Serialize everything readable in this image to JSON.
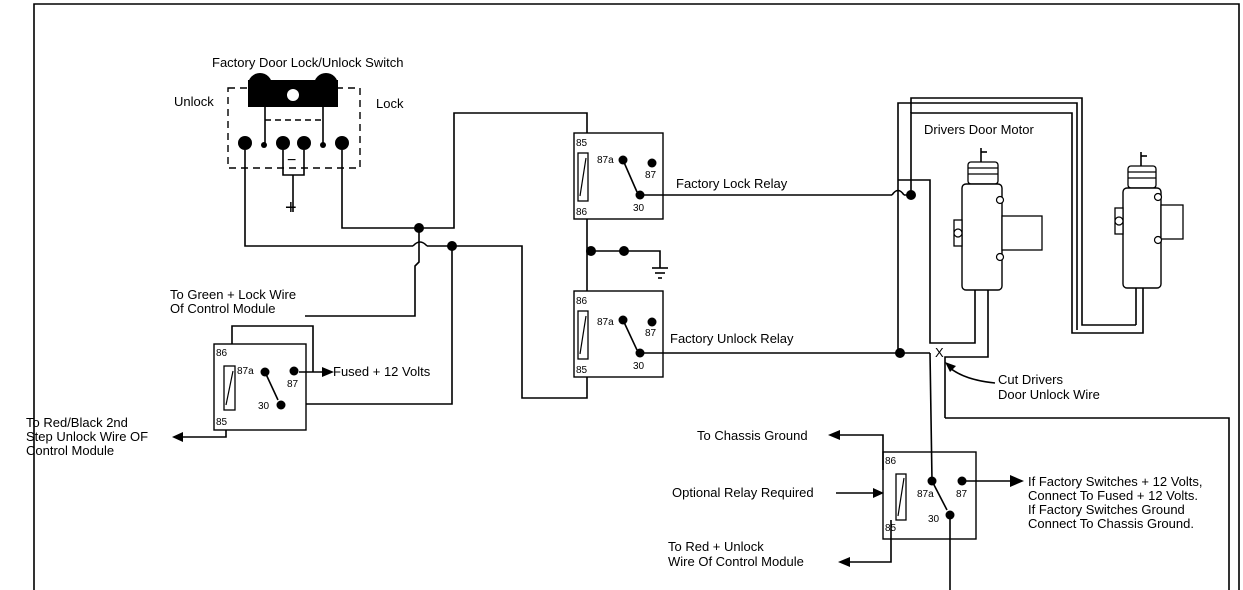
{
  "labels": {
    "switch_title": "Factory Door Lock/Unlock Switch",
    "unlock": "Unlock",
    "lock": "Lock",
    "drivers_motor": "Drivers Door Motor",
    "factory_lock_relay": "Factory Lock Relay",
    "factory_unlock_relay": "Factory Unlock Relay",
    "green_lock_1": "To Green + Lock Wire",
    "green_lock_2": "Of Control Module",
    "fused_12v": "Fused + 12 Volts",
    "red_black_1": "To Red/Black 2nd",
    "red_black_2": "Step Unlock Wire OF",
    "red_black_3": "Control Module",
    "cut_1": "Cut Drivers",
    "cut_2": "Door Unlock Wire",
    "cut_mark": "X",
    "chassis_ground": "To Chassis Ground",
    "optional_relay": "Optional Relay Required",
    "red_unlock_1": "To Red + Unlock",
    "red_unlock_2": "Wire Of Control Module",
    "note_1": "If Factory Switches + 12 Volts,",
    "note_2": "Connect To Fused + 12 Volts.",
    "note_3": "If Factory Switches Ground",
    "note_4": "Connect To Chassis Ground.",
    "plus_sign": "+",
    "minus_sign": "−"
  },
  "pins": {
    "p85": "85",
    "p86": "86",
    "p87": "87",
    "p87a": "87a",
    "p30": "30"
  }
}
